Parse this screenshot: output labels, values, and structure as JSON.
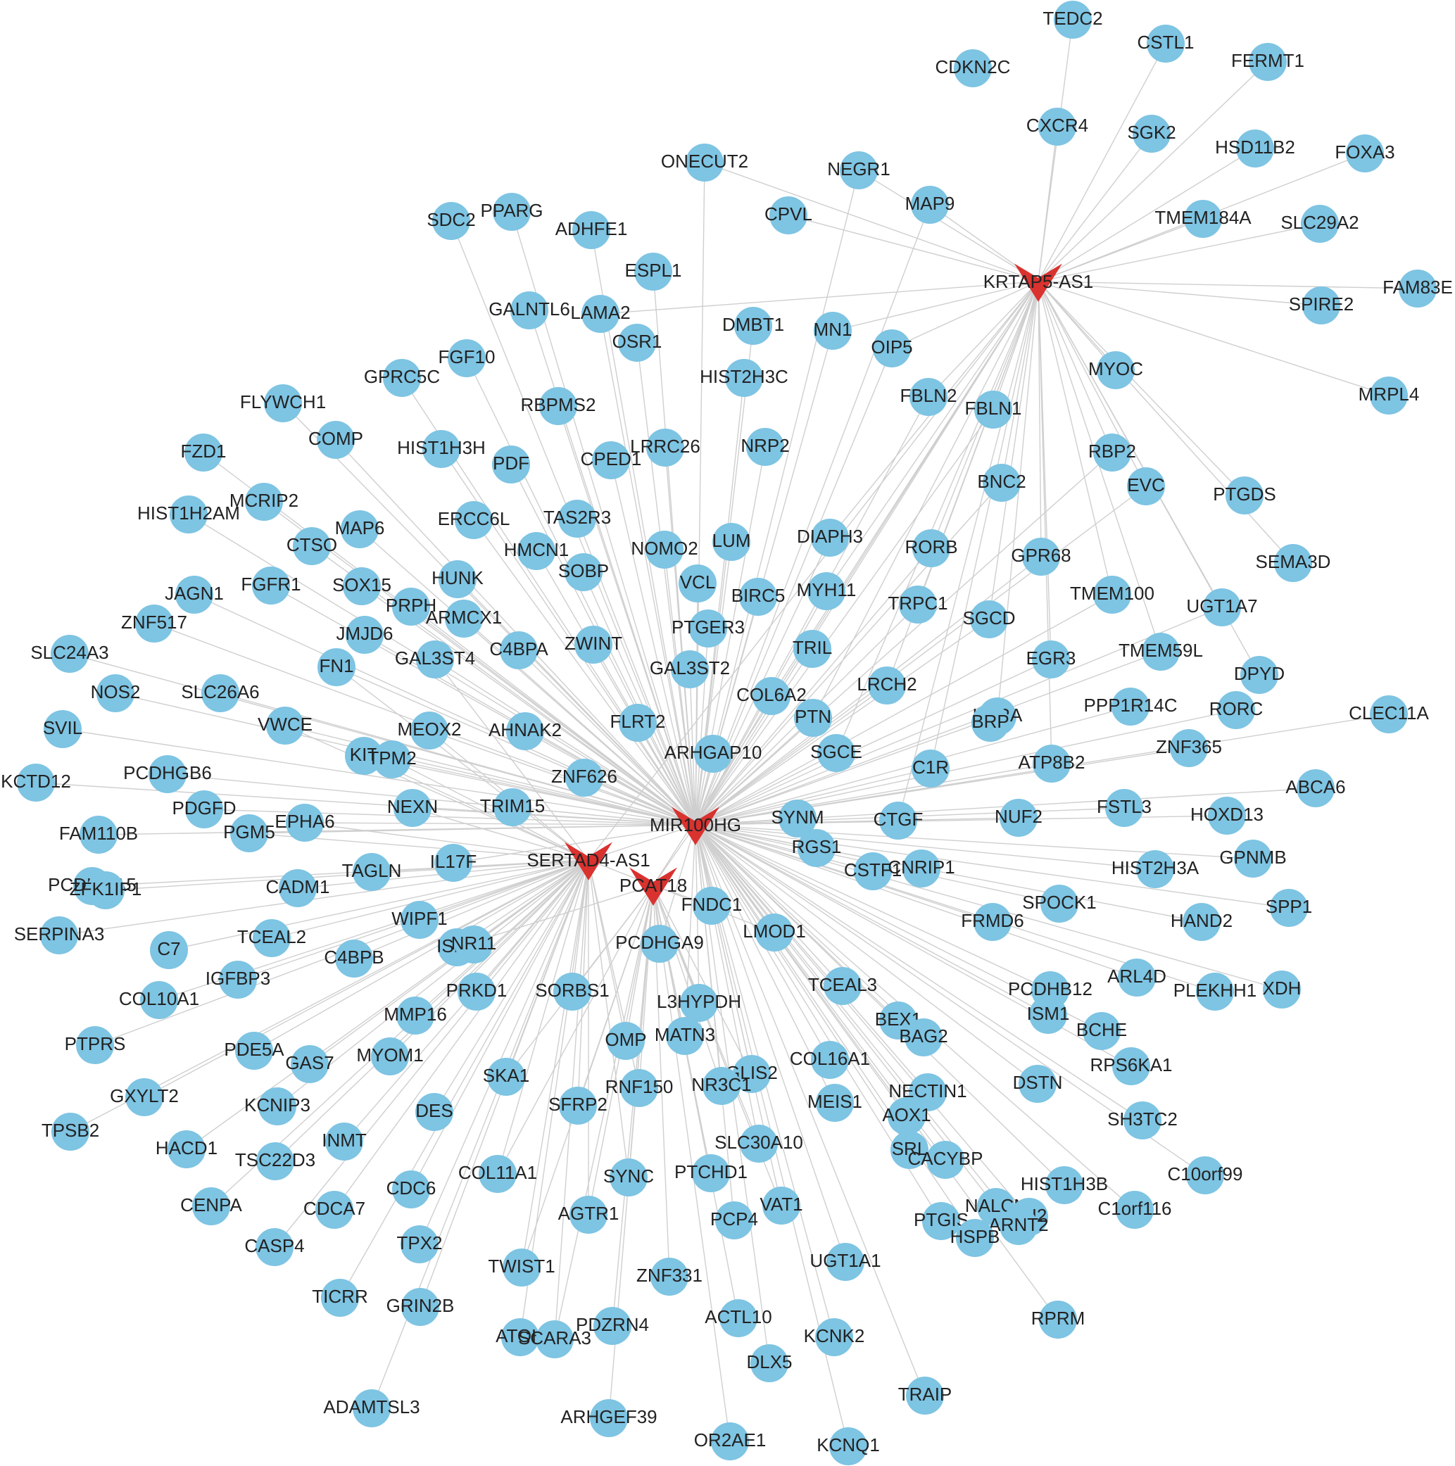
{
  "colors": {
    "node": "#7ec4e3",
    "hub": "#d9322f",
    "edge": "#cfcfcf",
    "label": "#222222"
  },
  "hubs": [
    "KRTAP5-AS1",
    "MIR100HG",
    "SERTAD4-AS1",
    "PCAT18"
  ],
  "nodes": [
    "TEDC2",
    "CSTL1",
    "CDKN2C",
    "FERMT1",
    "CXCR4",
    "SGK2",
    "HSD11B2",
    "FOXA3",
    "ONECUT2",
    "NEGR1",
    "MAP9",
    "TMEM184A",
    "SLC29A2",
    "FAM83E",
    "SPIRE2",
    "MRPL4",
    "MYOC",
    "SDC2",
    "PPARG",
    "ADHFE1",
    "CPVL",
    "ESPL1",
    "GALNTL6",
    "LAMA2",
    "OSR1",
    "DMBT1",
    "MN1",
    "OIP5",
    "FGF10",
    "GPRC5C",
    "RBPMS2",
    "HIST2H3C",
    "FBLN2",
    "FBLN1",
    "FLYWCH1",
    "COMP",
    "HIST1H3H",
    "PDF",
    "CPED1",
    "LRRC26",
    "NRP2",
    "RBP2",
    "EVC",
    "PTGDS",
    "FZD1",
    "MCRIP2",
    "HIST1H2AM",
    "MAP6",
    "CTSO",
    "ERCC6L",
    "TAS2R3",
    "HMCN1",
    "NOMO2",
    "LUM",
    "DIAPH3",
    "BNC2",
    "RORB",
    "GPR68",
    "SEMA3D",
    "JAGN1",
    "FGFR1",
    "SOX15",
    "HUNK",
    "SOBP",
    "VCL",
    "BIRC5",
    "MYH11",
    "TRPC1",
    "SGCD",
    "TMEM100",
    "UGT1A7",
    "ZNF517",
    "PRPH",
    "ARMCX1",
    "JMJD6",
    "PTGER3",
    "TRIL",
    "SLC24A3",
    "C4BPA",
    "ZWINT",
    "GAL3ST4",
    "FN1",
    "GAL3ST2",
    "EGR3",
    "TMEM59L",
    "DPYD",
    "LRCH2",
    "NOS2",
    "SLC26A6",
    "COL6A2",
    "PPP1R14C",
    "RORC",
    "CLEC11A",
    "SVIL",
    "VWCE",
    "MEOX2",
    "AHNAK2",
    "FLRT2",
    "PTN",
    "KERA",
    "BRP",
    "ZNF365",
    "KIT",
    "TPM2",
    "ARHGAP10",
    "SGCE",
    "C1R",
    "ATP8B2",
    "ABCA6",
    "KCTD12",
    "PCDHGB6",
    "ZNF626",
    "PDGFD",
    "NEXN",
    "TRIM15",
    "SYNM",
    "CTGF",
    "NUF2",
    "FSTL3",
    "HOXD13",
    "FAM110B",
    "EPHA6",
    "PGM5",
    "RGS1",
    "GPNMB",
    "IL17F",
    "CSTF1",
    "CNRIP1",
    "HIST2H3A",
    "PCDHGA5",
    "ZFK1IP1",
    "TAGLN",
    "CADM1",
    "SPOCK1",
    "SPP1",
    "SERPINA3",
    "FNDC1",
    "FRMD6",
    "HAND2",
    "WIPF1",
    "C7",
    "TCEAL2",
    "LMOD1",
    "C4BPB",
    "ISLR",
    "NR11",
    "PCDHGA9",
    "ARL4D",
    "IGFBP3",
    "XDH",
    "COL10A1",
    "PRKD1",
    "SORBS1",
    "TCEAL3",
    "PCDHB12",
    "PLEKHH1",
    "L3HYPDH",
    "BEX1",
    "ISM1",
    "BCHE",
    "PTPRS",
    "MMP16",
    "OMP",
    "MATN3",
    "BAG2",
    "RPS6KA1",
    "PDE5A",
    "MYOM1",
    "GAS7",
    "COL16A1",
    "SKA1",
    "GLIS2",
    "DSTN",
    "GXYLT2",
    "KCNIP3",
    "NR3C1",
    "RNF150",
    "MEIS1",
    "NECTIN1",
    "SH3TC2",
    "DES",
    "SFRP2",
    "AOX1",
    "TPSB2",
    "INMT",
    "HACD1",
    "TSC22D3",
    "SRL",
    "CACYBP",
    "SLC30A10",
    "C10orf99",
    "COL11A1",
    "SYNC",
    "PTCHD1",
    "HIST1H3B",
    "CDC6",
    "CENPA",
    "CDCA7",
    "AGTR1",
    "VAT1",
    "NALCN",
    "SH2",
    "C1orf116",
    "PCP4",
    "PTGIS",
    "ARNT2",
    "HSPB",
    "CASP4",
    "TPX2",
    "TWIST1",
    "UGT1A1",
    "ZNF331",
    "TICRR",
    "GRIN2B",
    "RPRM",
    "ACTL10",
    "PDZRN4",
    "ATOH",
    "SCARA3",
    "KCNK2",
    "DLX5",
    "TRAIP",
    "ADAMTSL3",
    "ARHGEF39",
    "OR2AE1",
    "KCNQ1"
  ],
  "edges": [
    [
      "KRTAP5-AS1",
      "TEDC2"
    ],
    [
      "KRTAP5-AS1",
      "CSTL1"
    ],
    [
      "KRTAP5-AS1",
      "FERMT1"
    ],
    [
      "KRTAP5-AS1",
      "CXCR4"
    ],
    [
      "KRTAP5-AS1",
      "SGK2"
    ],
    [
      "KRTAP5-AS1",
      "HSD11B2"
    ],
    [
      "KRTAP5-AS1",
      "FOXA3"
    ],
    [
      "KRTAP5-AS1",
      "ONECUT2"
    ],
    [
      "KRTAP5-AS1",
      "MAP9"
    ],
    [
      "KRTAP5-AS1",
      "TMEM184A"
    ],
    [
      "KRTAP5-AS1",
      "SLC29A2"
    ],
    [
      "KRTAP5-AS1",
      "FAM83E"
    ],
    [
      "KRTAP5-AS1",
      "SPIRE2"
    ],
    [
      "KRTAP5-AS1",
      "MRPL4"
    ],
    [
      "KRTAP5-AS1",
      "MYOC"
    ],
    [
      "KRTAP5-AS1",
      "LAMA2"
    ],
    [
      "KRTAP5-AS1",
      "CPVL"
    ],
    [
      "KRTAP5-AS1",
      "FBLN1"
    ],
    [
      "KRTAP5-AS1",
      "FBLN2"
    ],
    [
      "KRTAP5-AS1",
      "RBP2"
    ],
    [
      "KRTAP5-AS1",
      "EVC"
    ],
    [
      "KRTAP5-AS1",
      "PTGDS"
    ],
    [
      "KRTAP5-AS1",
      "BNC2"
    ],
    [
      "KRTAP5-AS1",
      "RORB"
    ],
    [
      "KRTAP5-AS1",
      "GPR68"
    ],
    [
      "KRTAP5-AS1",
      "TMEM100"
    ],
    [
      "KRTAP5-AS1",
      "TMEM59L"
    ],
    [
      "KRTAP5-AS1",
      "UGT1A7"
    ],
    [
      "KRTAP5-AS1",
      "SGCD"
    ],
    [
      "KRTAP5-AS1",
      "EGR3"
    ],
    [
      "KRTAP5-AS1",
      "MIR100HG"
    ],
    [
      "KRTAP5-AS1",
      "SERTAD4-AS1"
    ],
    [
      "KRTAP5-AS1",
      "PCAT18"
    ],
    [
      "KRTAP5-AS1",
      "ATP8B2"
    ],
    [
      "KRTAP5-AS1",
      "C1R"
    ],
    [
      "KRTAP5-AS1",
      "TRPC1"
    ],
    [
      "KRTAP5-AS1",
      "LRCH2"
    ],
    [
      "KRTAP5-AS1",
      "CTGF"
    ],
    [
      "KRTAP5-AS1",
      "SGCE"
    ],
    [
      "KRTAP5-AS1",
      "KERA"
    ],
    [
      "KRTAP5-AS1",
      "MN1"
    ],
    [
      "KRTAP5-AS1",
      "OIP5"
    ],
    [
      "KRTAP5-AS1",
      "DIAPH3"
    ],
    [
      "KRTAP5-AS1",
      "MYH11"
    ],
    [
      "KRTAP5-AS1",
      "COL6A2"
    ],
    [
      "KRTAP5-AS1",
      "PTN"
    ],
    [
      "KRTAP5-AS1",
      "SEMA3D"
    ],
    [
      "KRTAP5-AS1",
      "DPYD"
    ],
    [
      "KRTAP5-AS1",
      "NEGR1"
    ],
    [
      "MIR100HG",
      "ONECUT2"
    ],
    [
      "MIR100HG",
      "NEGR1"
    ],
    [
      "MIR100HG",
      "MAP9"
    ],
    [
      "MIR100HG",
      "PPARG"
    ],
    [
      "MIR100HG",
      "SDC2"
    ],
    [
      "MIR100HG",
      "ADHFE1"
    ],
    [
      "MIR100HG",
      "ESPL1"
    ],
    [
      "MIR100HG",
      "GALNTL6"
    ],
    [
      "MIR100HG",
      "LAMA2"
    ],
    [
      "MIR100HG",
      "OSR1"
    ],
    [
      "MIR100HG",
      "DMBT1"
    ],
    [
      "MIR100HG",
      "MN1"
    ],
    [
      "MIR100HG",
      "OIP5"
    ],
    [
      "MIR100HG",
      "FGF10"
    ],
    [
      "MIR100HG",
      "GPRC5C"
    ],
    [
      "MIR100HG",
      "RBPMS2"
    ],
    [
      "MIR100HG",
      "HIST2H3C"
    ],
    [
      "MIR100HG",
      "FBLN2"
    ],
    [
      "MIR100HG",
      "FBLN1"
    ],
    [
      "MIR100HG",
      "FLYWCH1"
    ],
    [
      "MIR100HG",
      "COMP"
    ],
    [
      "MIR100HG",
      "HIST1H3H"
    ],
    [
      "MIR100HG",
      "PDF"
    ],
    [
      "MIR100HG",
      "CPED1"
    ],
    [
      "MIR100HG",
      "LRRC26"
    ],
    [
      "MIR100HG",
      "NRP2"
    ],
    [
      "MIR100HG",
      "RBP2"
    ],
    [
      "MIR100HG",
      "EVC"
    ],
    [
      "MIR100HG",
      "FZD1"
    ],
    [
      "MIR100HG",
      "MCRIP2"
    ],
    [
      "MIR100HG",
      "HIST1H2AM"
    ],
    [
      "MIR100HG",
      "MAP6"
    ],
    [
      "MIR100HG",
      "CTSO"
    ],
    [
      "MIR100HG",
      "ERCC6L"
    ],
    [
      "MIR100HG",
      "TAS2R3"
    ],
    [
      "MIR100HG",
      "HMCN1"
    ],
    [
      "MIR100HG",
      "NOMO2"
    ],
    [
      "MIR100HG",
      "LUM"
    ],
    [
      "MIR100HG",
      "DIAPH3"
    ],
    [
      "MIR100HG",
      "BNC2"
    ],
    [
      "MIR100HG",
      "RORB"
    ],
    [
      "MIR100HG",
      "GPR68"
    ],
    [
      "MIR100HG",
      "JAGN1"
    ],
    [
      "MIR100HG",
      "FGFR1"
    ],
    [
      "MIR100HG",
      "SOX15"
    ],
    [
      "MIR100HG",
      "HUNK"
    ],
    [
      "MIR100HG",
      "SOBP"
    ],
    [
      "MIR100HG",
      "VCL"
    ],
    [
      "MIR100HG",
      "BIRC5"
    ],
    [
      "MIR100HG",
      "MYH11"
    ],
    [
      "MIR100HG",
      "TRPC1"
    ],
    [
      "MIR100HG",
      "SGCD"
    ],
    [
      "MIR100HG",
      "TMEM100"
    ],
    [
      "MIR100HG",
      "UGT1A7"
    ],
    [
      "MIR100HG",
      "ZNF517"
    ],
    [
      "MIR100HG",
      "PRPH"
    ],
    [
      "MIR100HG",
      "ARMCX1"
    ],
    [
      "MIR100HG",
      "JMJD6"
    ],
    [
      "MIR100HG",
      "PTGER3"
    ],
    [
      "MIR100HG",
      "TRIL"
    ],
    [
      "MIR100HG",
      "SLC24A3"
    ],
    [
      "MIR100HG",
      "C4BPA"
    ],
    [
      "MIR100HG",
      "ZWINT"
    ],
    [
      "MIR100HG",
      "GAL3ST4"
    ],
    [
      "MIR100HG",
      "FN1"
    ],
    [
      "MIR100HG",
      "GAL3ST2"
    ],
    [
      "MIR100HG",
      "EGR3"
    ],
    [
      "MIR100HG",
      "TMEM59L"
    ],
    [
      "MIR100HG",
      "LRCH2"
    ],
    [
      "MIR100HG",
      "NOS2"
    ],
    [
      "MIR100HG",
      "SLC26A6"
    ],
    [
      "MIR100HG",
      "COL6A2"
    ],
    [
      "MIR100HG",
      "PPP1R14C"
    ],
    [
      "MIR100HG",
      "RORC"
    ],
    [
      "MIR100HG",
      "CLEC11A"
    ],
    [
      "MIR100HG",
      "SVIL"
    ],
    [
      "MIR100HG",
      "VWCE"
    ],
    [
      "MIR100HG",
      "MEOX2"
    ],
    [
      "MIR100HG",
      "AHNAK2"
    ],
    [
      "MIR100HG",
      "FLRT2"
    ],
    [
      "MIR100HG",
      "PTN"
    ],
    [
      "MIR100HG",
      "KERA"
    ],
    [
      "MIR100HG",
      "ZNF365"
    ],
    [
      "MIR100HG",
      "KIT"
    ],
    [
      "MIR100HG",
      "TPM2"
    ],
    [
      "MIR100HG",
      "ARHGAP10"
    ],
    [
      "MIR100HG",
      "SGCE"
    ],
    [
      "MIR100HG",
      "C1R"
    ],
    [
      "MIR100HG",
      "ATP8B2"
    ],
    [
      "MIR100HG",
      "ABCA6"
    ],
    [
      "MIR100HG",
      "KCTD12"
    ],
    [
      "MIR100HG",
      "PCDHGB6"
    ],
    [
      "MIR100HG",
      "ZNF626"
    ],
    [
      "MIR100HG",
      "PDGFD"
    ],
    [
      "MIR100HG",
      "NEXN"
    ],
    [
      "MIR100HG",
      "TRIM15"
    ],
    [
      "MIR100HG",
      "SYNM"
    ],
    [
      "MIR100HG",
      "CTGF"
    ],
    [
      "MIR100HG",
      "NUF2"
    ],
    [
      "MIR100HG",
      "FSTL3"
    ],
    [
      "MIR100HG",
      "HOXD13"
    ],
    [
      "MIR100HG",
      "FAM110B"
    ],
    [
      "MIR100HG",
      "EPHA6"
    ],
    [
      "MIR100HG",
      "PGM5"
    ],
    [
      "MIR100HG",
      "RGS1"
    ],
    [
      "MIR100HG",
      "GPNMB"
    ],
    [
      "MIR100HG",
      "IL17F"
    ],
    [
      "MIR100HG",
      "CSTF1"
    ],
    [
      "MIR100HG",
      "CNRIP1"
    ],
    [
      "MIR100HG",
      "HIST2H3A"
    ],
    [
      "MIR100HG",
      "SPOCK1"
    ],
    [
      "MIR100HG",
      "SPP1"
    ],
    [
      "MIR100HG",
      "FNDC1"
    ],
    [
      "MIR100HG",
      "FRMD6"
    ],
    [
      "MIR100HG",
      "HAND2"
    ],
    [
      "MIR100HG",
      "LMOD1"
    ],
    [
      "MIR100HG",
      "ARL4D"
    ],
    [
      "MIR100HG",
      "XDH"
    ],
    [
      "MIR100HG",
      "TCEAL3"
    ],
    [
      "MIR100HG",
      "PCDHB12"
    ],
    [
      "MIR100HG",
      "PLEKHH1"
    ],
    [
      "MIR100HG",
      "BEX1"
    ],
    [
      "MIR100HG",
      "ISM1"
    ],
    [
      "MIR100HG",
      "BCHE"
    ],
    [
      "MIR100HG",
      "BAG2"
    ],
    [
      "MIR100HG",
      "RPS6KA1"
    ],
    [
      "MIR100HG",
      "COL16A1"
    ],
    [
      "MIR100HG",
      "DSTN"
    ],
    [
      "MIR100HG",
      "MEIS1"
    ],
    [
      "MIR100HG",
      "NECTIN1"
    ],
    [
      "MIR100HG",
      "SH3TC2"
    ],
    [
      "MIR100HG",
      "AOX1"
    ],
    [
      "MIR100HG",
      "SRL"
    ],
    [
      "MIR100HG",
      "CACYBP"
    ],
    [
      "MIR100HG",
      "C10orf99"
    ],
    [
      "MIR100HG",
      "HIST1H3B"
    ],
    [
      "MIR100HG",
      "NALCN"
    ],
    [
      "MIR100HG",
      "SH2"
    ],
    [
      "MIR100HG",
      "C1orf116"
    ],
    [
      "MIR100HG",
      "PTGIS"
    ],
    [
      "MIR100HG",
      "ARNT2"
    ],
    [
      "MIR100HG",
      "HSPB"
    ],
    [
      "MIR100HG",
      "RPRM"
    ],
    [
      "MIR100HG",
      "TRAIP"
    ],
    [
      "MIR100HG",
      "L3HYPDH"
    ],
    [
      "MIR100HG",
      "GLIS2"
    ],
    [
      "MIR100HG",
      "SLC30A10"
    ],
    [
      "MIR100HG",
      "VAT1"
    ],
    [
      "MIR100HG",
      "UGT1A1"
    ],
    [
      "MIR100HG",
      "KCNK2"
    ],
    [
      "MIR100HG",
      "KCNQ1"
    ],
    [
      "MIR100HG",
      "MATN3"
    ],
    [
      "MIR100HG",
      "NR3C1"
    ],
    [
      "MIR100HG",
      "PCDHGA9"
    ],
    [
      "MIR100HG",
      "PCP4"
    ],
    [
      "MIR100HG",
      "DLX5"
    ],
    [
      "MIR100HG",
      "SERTAD4-AS1"
    ],
    [
      "MIR100HG",
      "PCAT18"
    ],
    [
      "SERTAD4-AS1",
      "PCDHGA5"
    ],
    [
      "SERTAD4-AS1",
      "ZFK1IP1"
    ],
    [
      "SERTAD4-AS1",
      "TAGLN"
    ],
    [
      "SERTAD4-AS1",
      "CADM1"
    ],
    [
      "SERTAD4-AS1",
      "SERPINA3"
    ],
    [
      "SERTAD4-AS1",
      "WIPF1"
    ],
    [
      "SERTAD4-AS1",
      "C7"
    ],
    [
      "SERTAD4-AS1",
      "TCEAL2"
    ],
    [
      "SERTAD4-AS1",
      "C4BPB"
    ],
    [
      "SERTAD4-AS1",
      "ISLR"
    ],
    [
      "SERTAD4-AS1",
      "NR11"
    ],
    [
      "SERTAD4-AS1",
      "IGFBP3"
    ],
    [
      "SERTAD4-AS1",
      "COL10A1"
    ],
    [
      "SERTAD4-AS1",
      "PRKD1"
    ],
    [
      "SERTAD4-AS1",
      "SORBS1"
    ],
    [
      "SERTAD4-AS1",
      "PTPRS"
    ],
    [
      "SERTAD4-AS1",
      "MMP16"
    ],
    [
      "SERTAD4-AS1",
      "OMP"
    ],
    [
      "SERTAD4-AS1",
      "PDE5A"
    ],
    [
      "SERTAD4-AS1",
      "MYOM1"
    ],
    [
      "SERTAD4-AS1",
      "GAS7"
    ],
    [
      "SERTAD4-AS1",
      "SKA1"
    ],
    [
      "SERTAD4-AS1",
      "GXYLT2"
    ],
    [
      "SERTAD4-AS1",
      "KCNIP3"
    ],
    [
      "SERTAD4-AS1",
      "DES"
    ],
    [
      "SERTAD4-AS1",
      "SFRP2"
    ],
    [
      "SERTAD4-AS1",
      "TPSB2"
    ],
    [
      "SERTAD4-AS1",
      "INMT"
    ],
    [
      "SERTAD4-AS1",
      "HACD1"
    ],
    [
      "SERTAD4-AS1",
      "TSC22D3"
    ],
    [
      "SERTAD4-AS1",
      "COL11A1"
    ],
    [
      "SERTAD4-AS1",
      "CDC6"
    ],
    [
      "SERTAD4-AS1",
      "CENPA"
    ],
    [
      "SERTAD4-AS1",
      "CDCA7"
    ],
    [
      "SERTAD4-AS1",
      "CASP4"
    ],
    [
      "SERTAD4-AS1",
      "TPX2"
    ],
    [
      "SERTAD4-AS1",
      "TICRR"
    ],
    [
      "SERTAD4-AS1",
      "GRIN2B"
    ],
    [
      "SERTAD4-AS1",
      "ADAMTSL3"
    ],
    [
      "SERTAD4-AS1",
      "ATOH"
    ],
    [
      "SERTAD4-AS1",
      "SCARA3"
    ],
    [
      "SERTAD4-AS1",
      "TWIST1"
    ],
    [
      "SERTAD4-AS1",
      "AGTR1"
    ],
    [
      "SERTAD4-AS1",
      "SYNC"
    ],
    [
      "SERTAD4-AS1",
      "RNF150"
    ],
    [
      "SERTAD4-AS1",
      "PCAT18"
    ],
    [
      "SERTAD4-AS1",
      "FN1"
    ],
    [
      "SERTAD4-AS1",
      "GAL3ST4"
    ],
    [
      "SERTAD4-AS1",
      "VWCE"
    ],
    [
      "SERTAD4-AS1",
      "TPM2"
    ],
    [
      "SERTAD4-AS1",
      "KIT"
    ],
    [
      "SERTAD4-AS1",
      "MEOX2"
    ],
    [
      "SERTAD4-AS1",
      "NEXN"
    ],
    [
      "SERTAD4-AS1",
      "PGM5"
    ],
    [
      "SERTAD4-AS1",
      "EPHA6"
    ],
    [
      "PCAT18",
      "PDZRN4"
    ],
    [
      "PCAT18",
      "ARHGEF39"
    ],
    [
      "PCAT18",
      "ZNF331"
    ],
    [
      "PCAT18",
      "PTCHD1"
    ],
    [
      "PCAT18",
      "ACTL10"
    ],
    [
      "PCAT18",
      "OR2AE1"
    ],
    [
      "PCAT18",
      "MATN3"
    ],
    [
      "PCAT18",
      "L3HYPDH"
    ],
    [
      "PCAT18",
      "PCDHGA9"
    ],
    [
      "PCAT18",
      "OMP"
    ],
    [
      "PCAT18",
      "SORBS1"
    ],
    [
      "PCAT18",
      "TWIST1"
    ],
    [
      "PCAT18",
      "SCARA3"
    ],
    [
      "PCAT18",
      "AGTR1"
    ],
    [
      "PCAT18",
      "SYNC"
    ],
    [
      "PCAT18",
      "RNF150"
    ],
    [
      "PCAT18",
      "SFRP2"
    ],
    [
      "PCAT18",
      "NR3C1"
    ],
    [
      "PCAT18",
      "SLC30A10"
    ],
    [
      "PCAT18",
      "GLIS2"
    ],
    [
      "PCAT18",
      "VAT1"
    ],
    [
      "PCAT18",
      "FNDC1"
    ],
    [
      "PCAT18",
      "LMOD1"
    ],
    [
      "PCAT18",
      "COL11A1"
    ],
    [
      "PCAT18",
      "SKA1"
    ],
    [
      "PCAT18",
      "ISLR"
    ]
  ]
}
